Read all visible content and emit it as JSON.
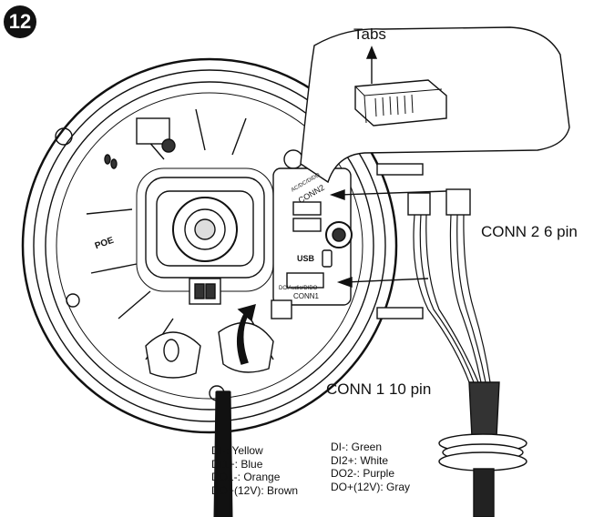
{
  "step_number": "12",
  "callout": {
    "tabs_label": "Tabs"
  },
  "board_labels": {
    "conn2": "CONN2",
    "conn2_prefix": "AC/DC/DIDO",
    "conn1": "CONN1",
    "conn1_prefix": "DC/Audio/DIDO",
    "usb": "USB",
    "poe": "POE"
  },
  "connectors": {
    "conn2": "CONN 2 6 pin",
    "conn1": "CONN 1 10 pin"
  },
  "wire_colors_conn1": [
    "DI-: Yellow",
    "DI1+: Blue",
    "DO1-: Orange",
    "DO+(12V): Brown"
  ],
  "wire_colors_conn2": [
    "DI-: Green",
    "DI2+: White",
    "DO2-: Purple",
    "DO+(12V): Gray"
  ],
  "colors": {
    "line": "#111111",
    "fill": "#ffffff",
    "gray": "#888888"
  }
}
